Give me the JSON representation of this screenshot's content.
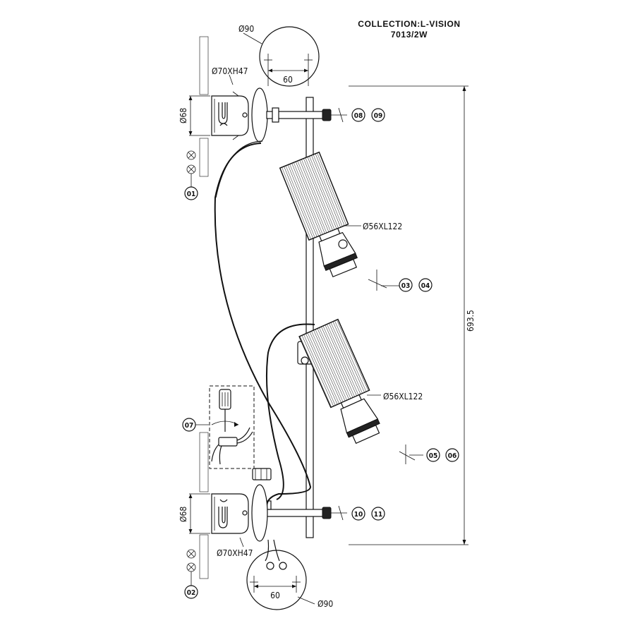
{
  "title": {
    "collection": "COLLECTION:L-VISION",
    "model": "7013/2W"
  },
  "dimensions": {
    "top_plate_diameter": "Ø90",
    "top_hole_spacing": "60",
    "top_box": "Ø70XH47",
    "top_box_diameter": "Ø68",
    "shade_upper": "Ø56XL122",
    "shade_lower": "Ø56XL122",
    "overall_height": "693.5",
    "bottom_box_diameter": "Ø68",
    "bottom_box": "Ø70XH47",
    "bottom_hole_spacing": "60",
    "bottom_plate_diameter": "Ø90"
  },
  "callouts": [
    "01",
    "02",
    "03",
    "04",
    "05",
    "06",
    "07",
    "08",
    "09",
    "10",
    "11"
  ]
}
